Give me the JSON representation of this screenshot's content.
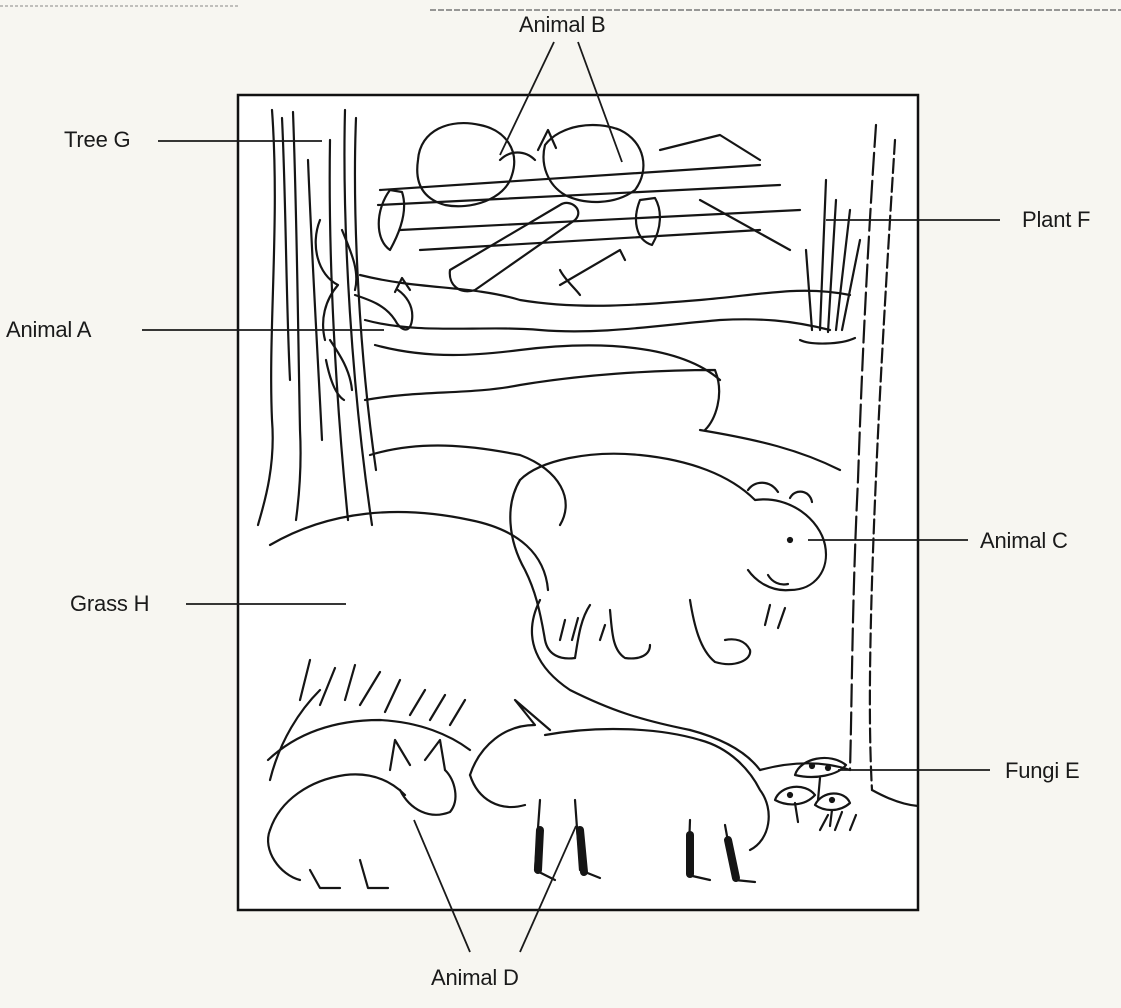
{
  "labels": {
    "animal_b": "Animal B",
    "tree_g": "Tree G",
    "plant_f": "Plant F",
    "animal_a": "Animal A",
    "animal_c": "Animal C",
    "grass_h": "Grass H",
    "fungi_e": "Fungi E",
    "animal_d": "Animal D"
  },
  "colors": {
    "ink": "#1a1a1a",
    "paper": "#f7f6f1",
    "frame_fill": "#ffffff"
  }
}
